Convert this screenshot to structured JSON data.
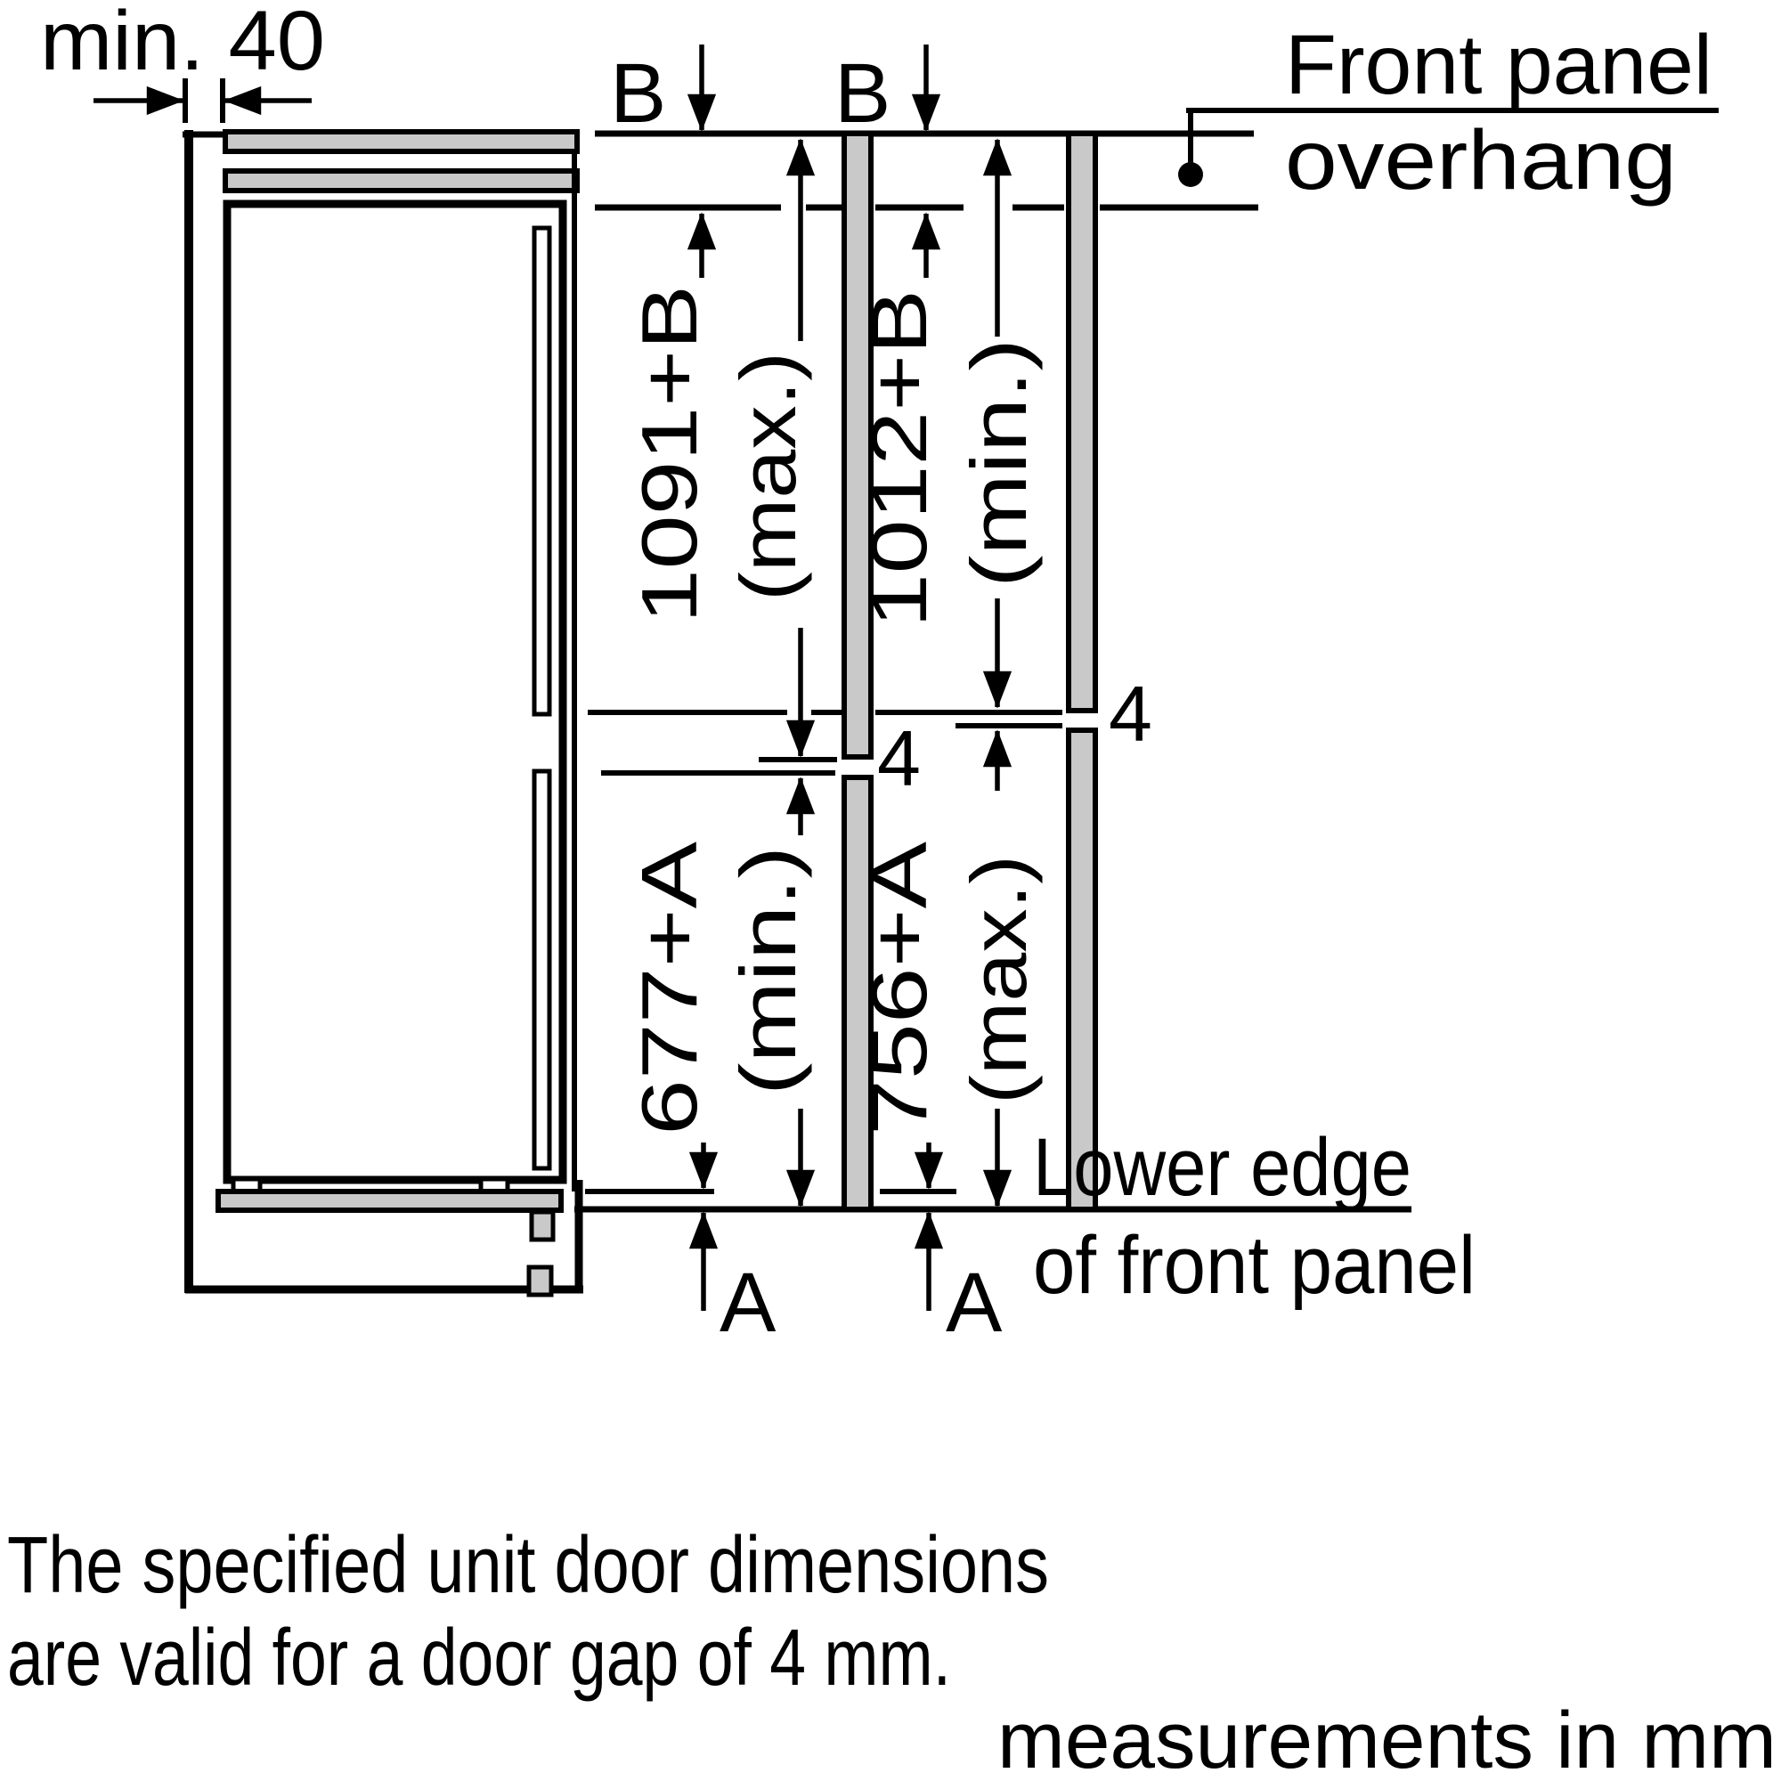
{
  "labels": {
    "min_clearance": "min. 40",
    "overhang_line1": "Front panel",
    "overhang_line2": "overhang",
    "lower_edge_line1": "Lower edge",
    "lower_edge_line2": "of front panel",
    "b_left": "B",
    "b_right": "B",
    "a_left": "A",
    "a_right": "A",
    "gap_left": "4",
    "gap_right": "4"
  },
  "dimensions": {
    "col1_upper": "1091+B",
    "col1_upper_limit": "(max.)",
    "col2_upper": "1012+B",
    "col2_upper_limit": "(min.)",
    "col1_lower": "677+A",
    "col1_lower_limit": "(min.)",
    "col2_lower": "756+A",
    "col2_lower_limit": "(max.)"
  },
  "notes": {
    "line1": "The specified unit door dimensions",
    "line2": "are valid for a door gap of 4 mm.",
    "units": "measurements in mm"
  },
  "colors": {
    "ink": "#000000",
    "panel_gray": "#c9c9c9",
    "background": "#ffffff"
  }
}
